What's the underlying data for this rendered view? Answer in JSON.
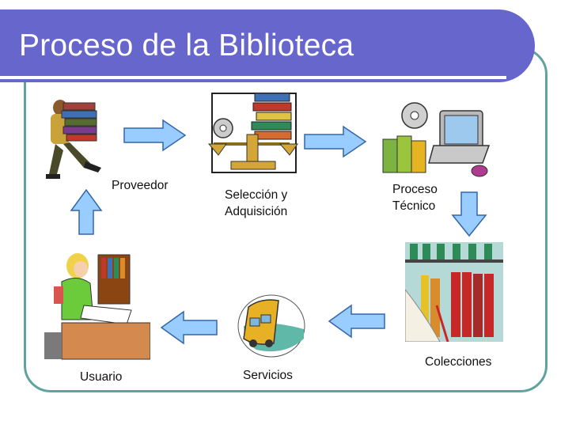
{
  "slide": {
    "title": "Proceso de la Biblioteca"
  },
  "nodes": {
    "proveedor": {
      "label": "Proveedor",
      "icon": "person-carrying-books-icon"
    },
    "seleccion_line1": "Selección y",
    "seleccion_line2": "Adquisición",
    "seleccion_icon": "balance-scale-books-icon",
    "proceso_line1": "Proceso",
    "proceso_line2": "Técnico",
    "proceso_icon": "computer-books-icon",
    "colecciones": {
      "label": "Colecciones",
      "icon": "bookshelf-icon"
    },
    "servicios": {
      "label": "Servicios",
      "icon": "bus-icon"
    },
    "usuario": {
      "label": "Usuario",
      "icon": "student-reading-icon"
    }
  },
  "colors": {
    "title_bar": "#6666cc",
    "frame_border": "#5fa39e",
    "arrow_fill": "#99ccff",
    "arrow_stroke": "#3366aa"
  }
}
